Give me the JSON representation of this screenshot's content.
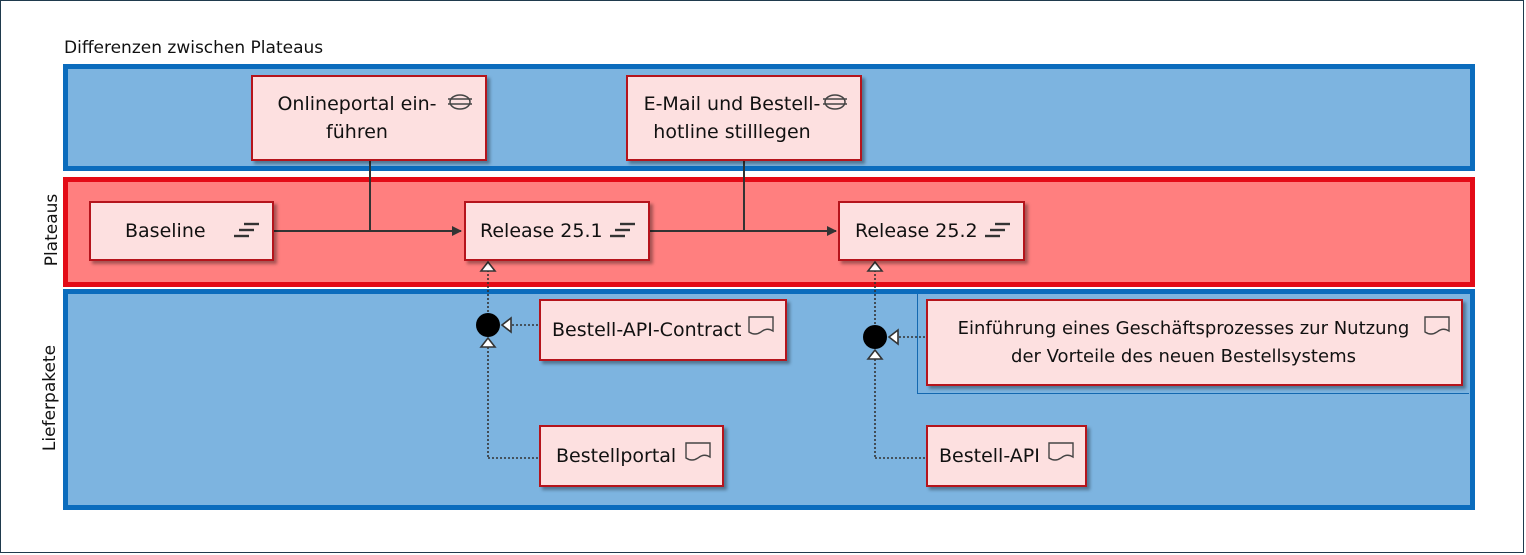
{
  "title": "Differenzen zwischen Plateaus",
  "lanes": {
    "plateaus": "Plateaus",
    "lieferpakete": "Lieferpakete"
  },
  "events": {
    "onlineportal": {
      "line1": "Onlineportal ein-",
      "line2": "führen",
      "icon": "event-icon"
    },
    "email": {
      "line1": "E-Mail und Bestell-",
      "line2": "hotline stilllegen",
      "icon": "event-icon"
    }
  },
  "plateaus": [
    {
      "label": "Baseline",
      "icon": "plateau-icon"
    },
    {
      "label": "Release 25.1",
      "icon": "plateau-icon"
    },
    {
      "label": "Release 25.2",
      "icon": "plateau-icon"
    }
  ],
  "deliverables": {
    "contract": {
      "label": "Bestell-API-Contract",
      "icon": "deliverable-icon"
    },
    "bestellportal": {
      "label": "Bestellportal",
      "icon": "deliverable-icon"
    },
    "einfuehrung": {
      "line1": "Einführung eines Geschäftsprozesses zur Nutzung",
      "line2": "der Vorteile des neuen Bestellsystems",
      "icon": "deliverable-icon"
    },
    "bestellapi": {
      "label": "Bestell-API",
      "icon": "deliverable-icon"
    }
  },
  "colors": {
    "lane_blue": "#7db4e0",
    "lane_blue_border": "#0b6cbd",
    "plateau_red": "#ff7f7f",
    "plateau_red_border": "#e30b17",
    "box_fill": "#fde0e0",
    "box_border": "#b5141c"
  }
}
